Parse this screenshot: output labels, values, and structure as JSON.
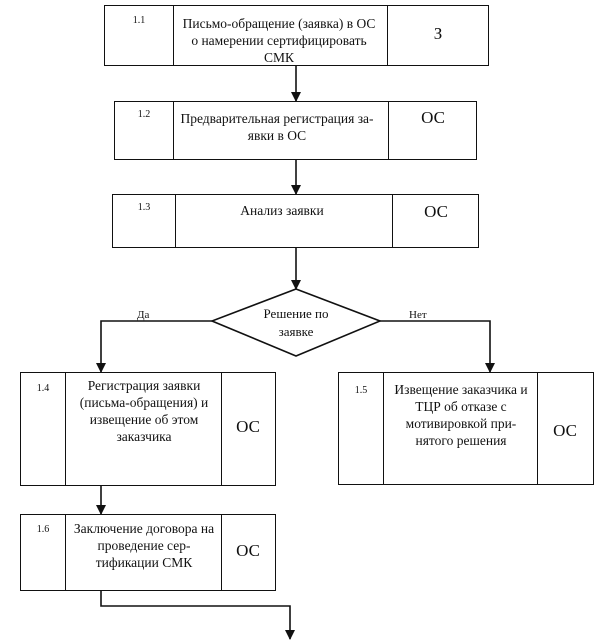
{
  "steps": [
    {
      "id": "1.1",
      "title": "Письмо-обращение (заявка) в ОС о намерении сертифицировать СМК",
      "code": "З"
    },
    {
      "id": "1.2",
      "title": "Предварительная регистрация за-явки в ОС",
      "code": "ОС"
    },
    {
      "id": "1.3",
      "title": "Анализ заявки",
      "code": "ОС"
    },
    {
      "id": "1.4",
      "title": "Регистрация заявки (письма-обращения) и извещение об этом заказчика",
      "code": "ОС"
    },
    {
      "id": "1.5",
      "title": "Извещение заказчика и ТЦР об отказе с мотивировкой при-нятого решения",
      "code": "ОС"
    },
    {
      "id": "1.6",
      "title": "Заключение договора на проведение сер-тификации СМК",
      "code": "ОС"
    }
  ],
  "decision": {
    "text": "Решение по заявке",
    "yes": "Да",
    "no": "Нет"
  }
}
